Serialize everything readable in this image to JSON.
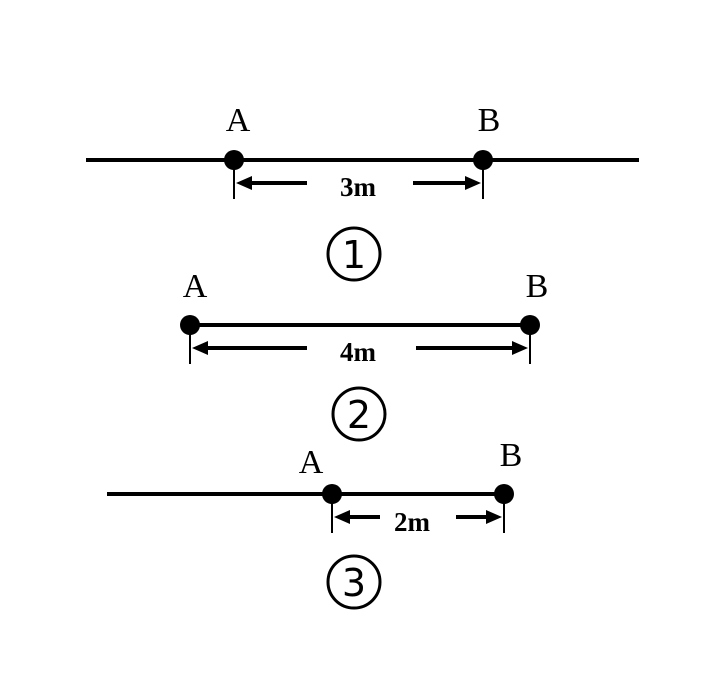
{
  "figures": [
    {
      "number": "1",
      "point_a": "A",
      "point_b": "B",
      "length_label": "3m"
    },
    {
      "number": "2",
      "point_a": "A",
      "point_b": "B",
      "length_label": "4m"
    },
    {
      "number": "3",
      "point_a": "A",
      "point_b": "B",
      "length_label": "2m"
    }
  ]
}
